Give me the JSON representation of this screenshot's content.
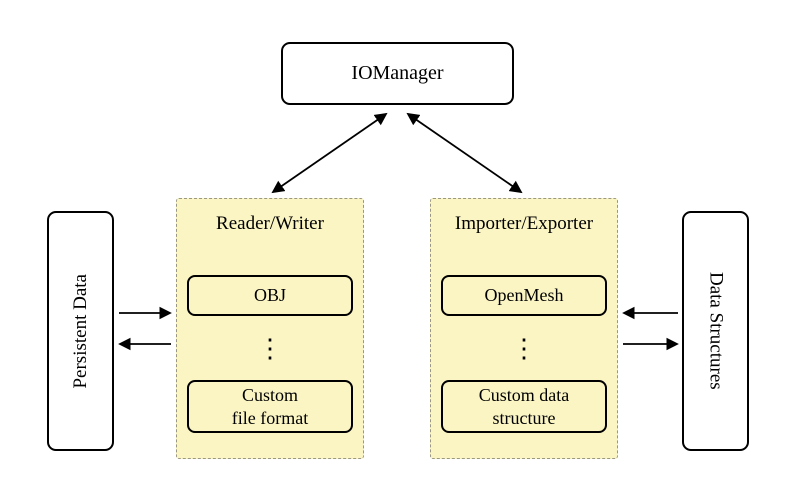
{
  "colors": {
    "background": "#ffffff",
    "panel-fill": "#fbf5c4",
    "panel-border": "#9a9782",
    "box-border": "#000000",
    "box-fill": "#ffffff",
    "arrow": "#000000",
    "text": "#000000"
  },
  "nodes": {
    "io_manager": {
      "label": "IOManager"
    },
    "persistent_data": {
      "label": "Persistent Data"
    },
    "data_structures": {
      "label": "Data Structures"
    }
  },
  "panels": {
    "reader_writer": {
      "title": "Reader/Writer",
      "top_item": "OBJ",
      "dots": "⋮",
      "bottom_item": "Custom\nfile format"
    },
    "importer_exporter": {
      "title": "Importer/Exporter",
      "top_item": "OpenMesh",
      "dots": "⋮",
      "bottom_item": "Custom data\nstructure"
    }
  }
}
